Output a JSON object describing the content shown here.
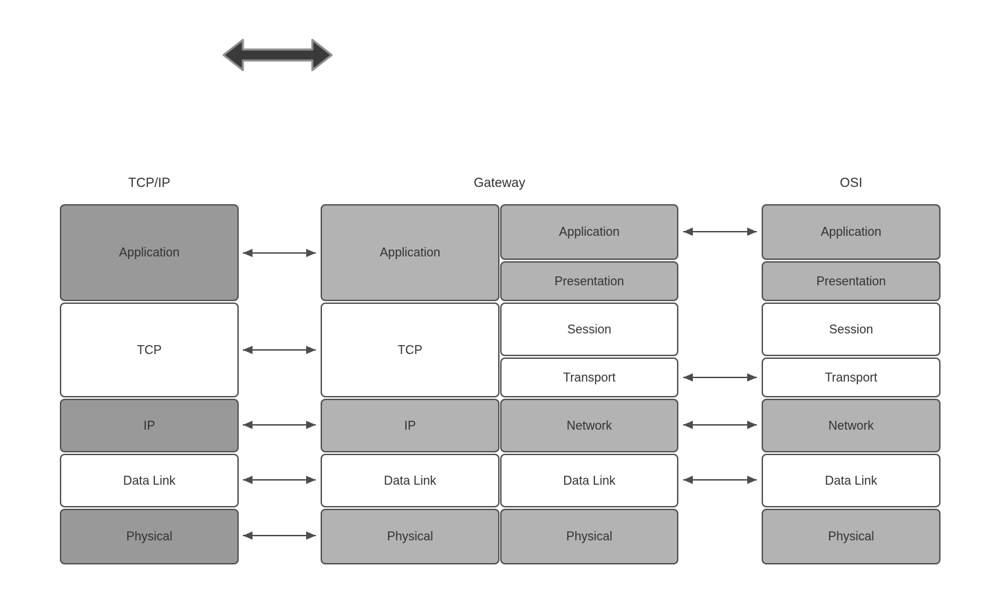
{
  "diagram": {
    "description": "Comparison of TCP/IP and OSI network models linked through a Gateway",
    "icons": {
      "top_arrow": "thick-horizontal-double-headed-arrow"
    },
    "colors": {
      "box_dark": "#999999",
      "box_light": "#b3b3b3",
      "box_white": "#ffffff",
      "box_border": "#545454",
      "text": "#333333",
      "connector_arrow": "#4d4d4d",
      "thick_arrow_fill": "#3a3a3a",
      "thick_arrow_outline": "#8f8f8f",
      "background": "#ffffff"
    }
  },
  "columns": {
    "tcpip": {
      "title": "TCP/IP",
      "layers": [
        {
          "label": "Application",
          "fill": "#999999"
        },
        {
          "label": "TCP",
          "fill": "#ffffff"
        },
        {
          "label": "IP",
          "fill": "#999999"
        },
        {
          "label": "Data Link",
          "fill": "#ffffff"
        },
        {
          "label": "Physical",
          "fill": "#999999"
        }
      ]
    },
    "gateway": {
      "title": "Gateway",
      "left_stack": [
        {
          "label": "Application",
          "fill": "#b3b3b3"
        },
        {
          "label": "TCP",
          "fill": "#ffffff"
        },
        {
          "label": "IP",
          "fill": "#b3b3b3"
        },
        {
          "label": "Data Link",
          "fill": "#ffffff"
        },
        {
          "label": "Physical",
          "fill": "#b3b3b3"
        }
      ],
      "right_stack": [
        {
          "label": "Application",
          "fill": "#b3b3b3"
        },
        {
          "label": "Presentation",
          "fill": "#b3b3b3"
        },
        {
          "label": "Session",
          "fill": "#ffffff"
        },
        {
          "label": "Transport",
          "fill": "#ffffff"
        },
        {
          "label": "Network",
          "fill": "#b3b3b3"
        },
        {
          "label": "Data Link",
          "fill": "#ffffff"
        },
        {
          "label": "Physical",
          "fill": "#b3b3b3"
        }
      ]
    },
    "osi": {
      "title": "OSI",
      "layers": [
        {
          "label": "Application",
          "fill": "#b3b3b3"
        },
        {
          "label": "Presentation",
          "fill": "#b3b3b3"
        },
        {
          "label": "Session",
          "fill": "#ffffff"
        },
        {
          "label": "Transport",
          "fill": "#ffffff"
        },
        {
          "label": "Network",
          "fill": "#b3b3b3"
        },
        {
          "label": "Data Link",
          "fill": "#ffffff"
        },
        {
          "label": "Physical",
          "fill": "#b3b3b3"
        }
      ]
    }
  },
  "connections": {
    "tcpip_to_gateway": [
      "Application",
      "TCP",
      "IP",
      "Data Link",
      "Physical"
    ],
    "gateway_to_osi": [
      "Application",
      "Transport",
      "Network",
      "Data Link"
    ]
  }
}
